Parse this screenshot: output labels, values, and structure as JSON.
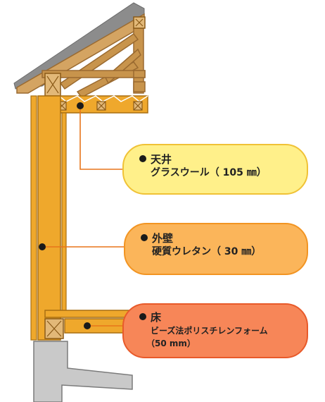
{
  "colors": {
    "wood": "#efa82c",
    "wood_dark": "#a86f12",
    "roof_brown": "#c49050",
    "roof_tile": "#8c8c8c",
    "foundation": "#c9c9c9",
    "leader_line": "#e8751a",
    "ceiling_bg": "#fff08a",
    "ceiling_border": "#f0c236",
    "wall_bg": "#fbb55a",
    "wall_border": "#f29422",
    "floor_bg": "#f78658",
    "floor_border": "#e85a2a"
  },
  "callouts": {
    "ceiling": {
      "title": "天井",
      "detail": "グラスウール（ 105 ㎜）"
    },
    "wall": {
      "title": "外壁",
      "detail": "硬質ウレタン（ 30 ㎜）"
    },
    "floor": {
      "title": "床",
      "detail": "ビーズ法ポリスチレンフォーム",
      "detail2": "（50 mm）"
    }
  }
}
